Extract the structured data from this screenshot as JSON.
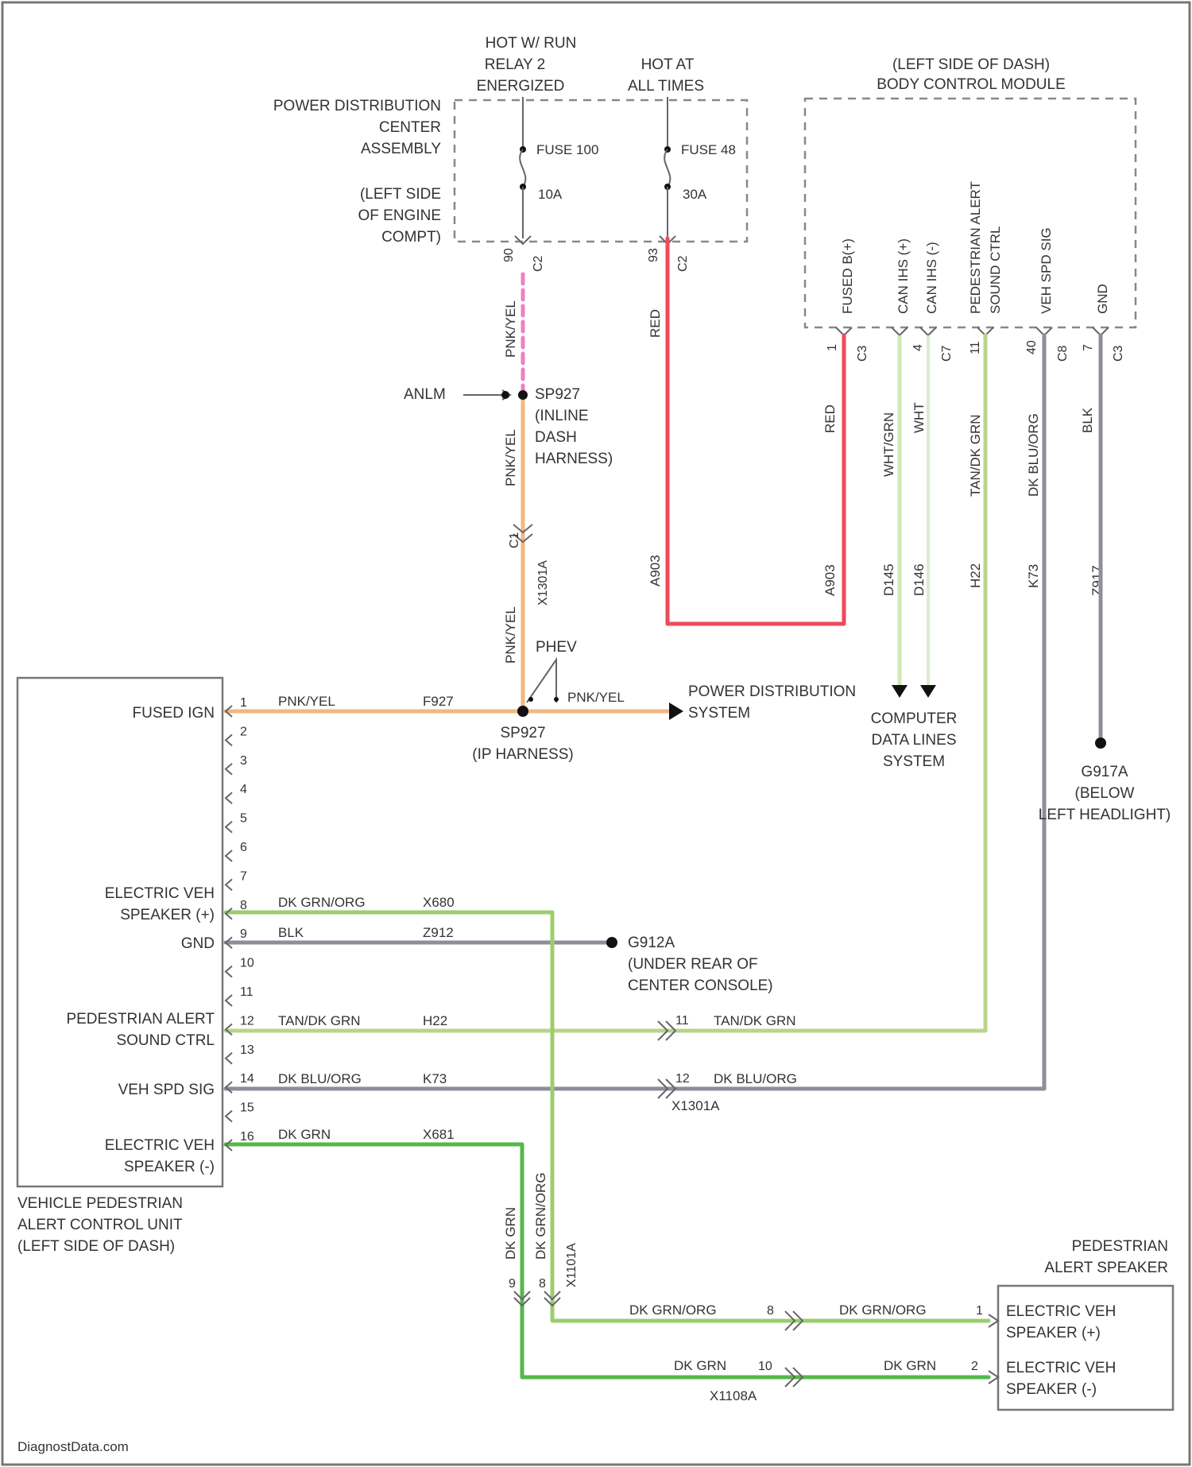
{
  "colors": {
    "background": "#ffffff",
    "frame": "#777777",
    "text": "#333333",
    "wire_pnk_yel": "#f2b783",
    "wire_pnk_yel_dash": "#f07fbf",
    "wire_red": "#ef4a5b",
    "wire_dk_grn_org": "#9ccd6e",
    "wire_dk_grn": "#55b84c",
    "wire_tan_dk_grn": "#b9d48c",
    "wire_wht_grn": "#cce9b6",
    "wire_gray": "#8e8e9a"
  },
  "pdc": {
    "title": [
      "POWER DISTRIBUTION",
      "CENTER",
      "ASSEMBLY"
    ],
    "location": [
      "(LEFT SIDE",
      "OF ENGINE",
      "COMPT)"
    ],
    "feed_run": [
      "HOT W/ RUN",
      "RELAY 2",
      "ENERGIZED"
    ],
    "feed_hot": [
      "HOT AT",
      "ALL TIMES"
    ],
    "fuse1_name": "FUSE 100",
    "fuse1_rating": "10A",
    "fuse2_name": "FUSE 48",
    "fuse2_rating": "30A",
    "pin1": "90",
    "conn1": "C2",
    "pin2": "93",
    "conn2": "C2"
  },
  "bcm": {
    "title": [
      "(LEFT SIDE OF DASH)",
      "BODY CONTROL MODULE"
    ],
    "pins": [
      {
        "label": "FUSED B(+)",
        "num": "1",
        "conn": "C3",
        "color": "RED"
      },
      {
        "label": "CAN IHS (+)",
        "num": "",
        "conn": "",
        "color": "WHT/GRN"
      },
      {
        "label": "CAN IHS (-)",
        "num": "4",
        "conn": "C7",
        "color": "WHT"
      },
      {
        "label": "PEDESTRIAN ALERT SOUND CTRL",
        "num": "11",
        "conn": "",
        "color": "TAN/DK GRN"
      },
      {
        "label": "VEH SPD SIG",
        "num": "40",
        "conn": "C8",
        "color": "DK BLU/ORG"
      },
      {
        "label": "GND",
        "num": "7",
        "conn": "C3",
        "color": "BLK"
      }
    ],
    "circuits": [
      "A903",
      "D145",
      "D146",
      "H22",
      "K73",
      "Z917"
    ]
  },
  "wire_labels": {
    "pnk_yel": "PNK/YEL",
    "red": "RED",
    "a903": "A903",
    "anlm": "ANLM",
    "c1": "C1",
    "x1301a": "X1301A",
    "phev": "PHEV"
  },
  "splices": {
    "sp927_inline": [
      "SP927",
      "(INLINE",
      "DASH",
      "HARNESS)"
    ],
    "sp927_ip": [
      "SP927",
      "(IP HARNESS)"
    ],
    "f927": "F927"
  },
  "destinations": {
    "pds": [
      "POWER DISTRIBUTION",
      "SYSTEM"
    ],
    "cdl": [
      "COMPUTER",
      "DATA LINES",
      "SYSTEM"
    ],
    "g917a": [
      "G917A",
      "(BELOW",
      "LEFT HEADLIGHT)"
    ],
    "g912a": [
      "G912A",
      "(UNDER REAR OF",
      "CENTER CONSOLE)"
    ]
  },
  "vpacu": {
    "title": [
      "VEHICLE PEDESTRIAN",
      "ALERT CONTROL UNIT",
      "(LEFT SIDE OF DASH)"
    ],
    "pin_labels": {
      "p1": "FUSED IGN",
      "p8": [
        "ELECTRIC VEH",
        "SPEAKER (+)"
      ],
      "p9": "GND",
      "p12": [
        "PEDESTRIAN ALERT",
        "SOUND CTRL"
      ],
      "p14": "VEH SPD SIG",
      "p16": [
        "ELECTRIC VEH",
        "SPEAKER (-)"
      ]
    },
    "pin_numbers": [
      "1",
      "2",
      "3",
      "4",
      "5",
      "6",
      "7",
      "8",
      "9",
      "10",
      "11",
      "12",
      "13",
      "14",
      "15",
      "16"
    ],
    "rows": [
      {
        "pin": "1",
        "color": "PNK/YEL",
        "circuit": "F927"
      },
      {
        "pin": "8",
        "color": "DK GRN/ORG",
        "circuit": "X680"
      },
      {
        "pin": "9",
        "color": "BLK",
        "circuit": "Z912"
      },
      {
        "pin": "12",
        "color": "TAN/DK GRN",
        "circuit": "H22"
      },
      {
        "pin": "14",
        "color": "DK BLU/ORG",
        "circuit": "K73"
      },
      {
        "pin": "16",
        "color": "DK GRN",
        "circuit": "X681"
      }
    ]
  },
  "x1301a": {
    "row12_pin": "11",
    "row12_color": "TAN/DK GRN",
    "row14_pin": "12",
    "row14_color": "DK BLU/ORG",
    "name": "X1301A"
  },
  "lower": {
    "vert1_color": "DK GRN",
    "vert2_color": "DK GRN/ORG",
    "vert_conn": "X1101A",
    "vert_pin1": "9",
    "vert_pin2": "8",
    "top_color_left": "DK GRN/ORG",
    "top_pin": "8",
    "bot_color_left": "DK GRN",
    "bot_pin": "10",
    "conn_name": "X1108A",
    "top_color_right": "DK GRN/ORG",
    "top_pin_right": "1",
    "bot_color_right": "DK GRN",
    "bot_pin_right": "2"
  },
  "speaker": {
    "title": [
      "PEDESTRIAN",
      "ALERT SPEAKER"
    ],
    "pin1_label": [
      "ELECTRIC VEH",
      "SPEAKER (+)"
    ],
    "pin2_label": [
      "ELECTRIC VEH",
      "SPEAKER (-)"
    ]
  },
  "watermark": "DiagnostData.com"
}
